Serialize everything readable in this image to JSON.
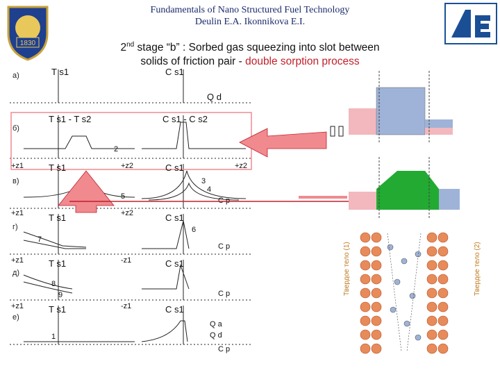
{
  "header": {
    "title_line1": "Fundamentals of Nano Structured Fuel Technology",
    "title_line2": "Deulin E.A.   Ikonnikova E.I."
  },
  "subtitle": {
    "prefix": "2",
    "sup": "nd",
    "stage": " stage “b” : Sorbed gas squeezing  into slot  between",
    "line2_a": "solids of friction pair  - ",
    "line2_b": "double sorption process"
  },
  "crest": {
    "year": "1830",
    "icon": "university-crest-icon"
  },
  "logo": {
    "icon": "institution-logo-icon"
  },
  "rows": [
    {
      "label": "a)",
      "left_axis": "T s1",
      "right_axis": "C s1",
      "extra": "Q d"
    },
    {
      "label": "б)",
      "left_axis": "T s1 - T s2",
      "right_axis": "C s1 - C s2",
      "num": "2"
    },
    {
      "label": "в)",
      "left_axis": "T s1",
      "right_axis": "C s1",
      "nums": [
        "3",
        "4",
        "5"
      ]
    },
    {
      "label": "г)",
      "left_axis": "T s1",
      "right_axis": "C s1",
      "nums": [
        "6",
        "7"
      ]
    },
    {
      "label": "д)",
      "left_axis": "T s1",
      "right_axis": "C s1",
      "nums": [
        "8",
        "9"
      ]
    },
    {
      "label": "е)",
      "left_axis": "T s1",
      "right_axis": "C s1",
      "nums": [
        "1"
      ]
    }
  ],
  "axes": {
    "pz1": "+z1",
    "mz1": "-z1",
    "pz2": "+z2",
    "cp": "C p",
    "qd": "Q d",
    "qa": "Q a"
  },
  "right": {
    "body1": "Твердое тело (1)",
    "body2": "Твердое тело (2)"
  },
  "colors": {
    "pink": "#f2b8be",
    "blue": "#9fb3d8",
    "green": "#22aa33",
    "red": "#cc2222",
    "arrow": "#f08a8f",
    "atom": "#e88b5a"
  }
}
